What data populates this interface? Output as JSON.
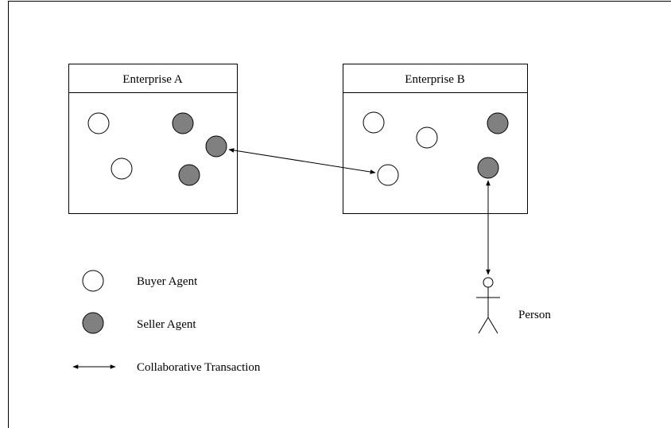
{
  "enterprises": [
    {
      "title": "Enterprise A"
    },
    {
      "title": "Enterprise B"
    }
  ],
  "legend": {
    "buyer_label": "Buyer Agent",
    "seller_label": "Seller Agent",
    "transaction_label": "Collaborative Transaction"
  },
  "person_label": "Person",
  "colors": {
    "buyer_fill": "#ffffff",
    "seller_fill": "#808080",
    "stroke": "#000000"
  }
}
